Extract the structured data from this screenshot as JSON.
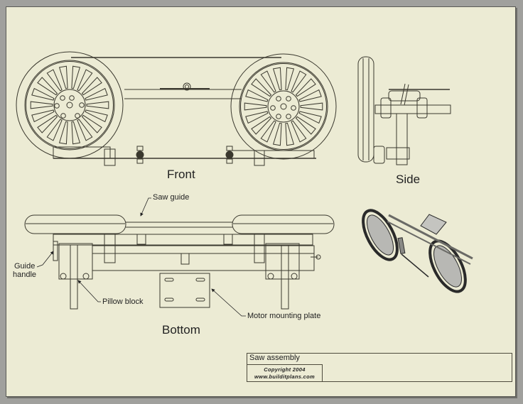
{
  "sheet": {
    "background_color": "#ecebd4",
    "frame_color": "#a0a09d",
    "line_color": "#3a382e"
  },
  "views": {
    "front": {
      "title": "Front"
    },
    "side": {
      "title": "Side"
    },
    "bottom": {
      "title": "Bottom"
    },
    "isometric": {
      "title": ""
    }
  },
  "callouts": {
    "saw_guide": "Saw guide",
    "guide_handle_line1": "Guide",
    "guide_handle_line2": "handle",
    "pillow_block": "Pillow block",
    "motor_mounting_plate": "Motor mounting plate"
  },
  "title_block": {
    "name": "Saw assembly",
    "copyright": "Copyright 2004",
    "website": "www.builditplans.com"
  }
}
